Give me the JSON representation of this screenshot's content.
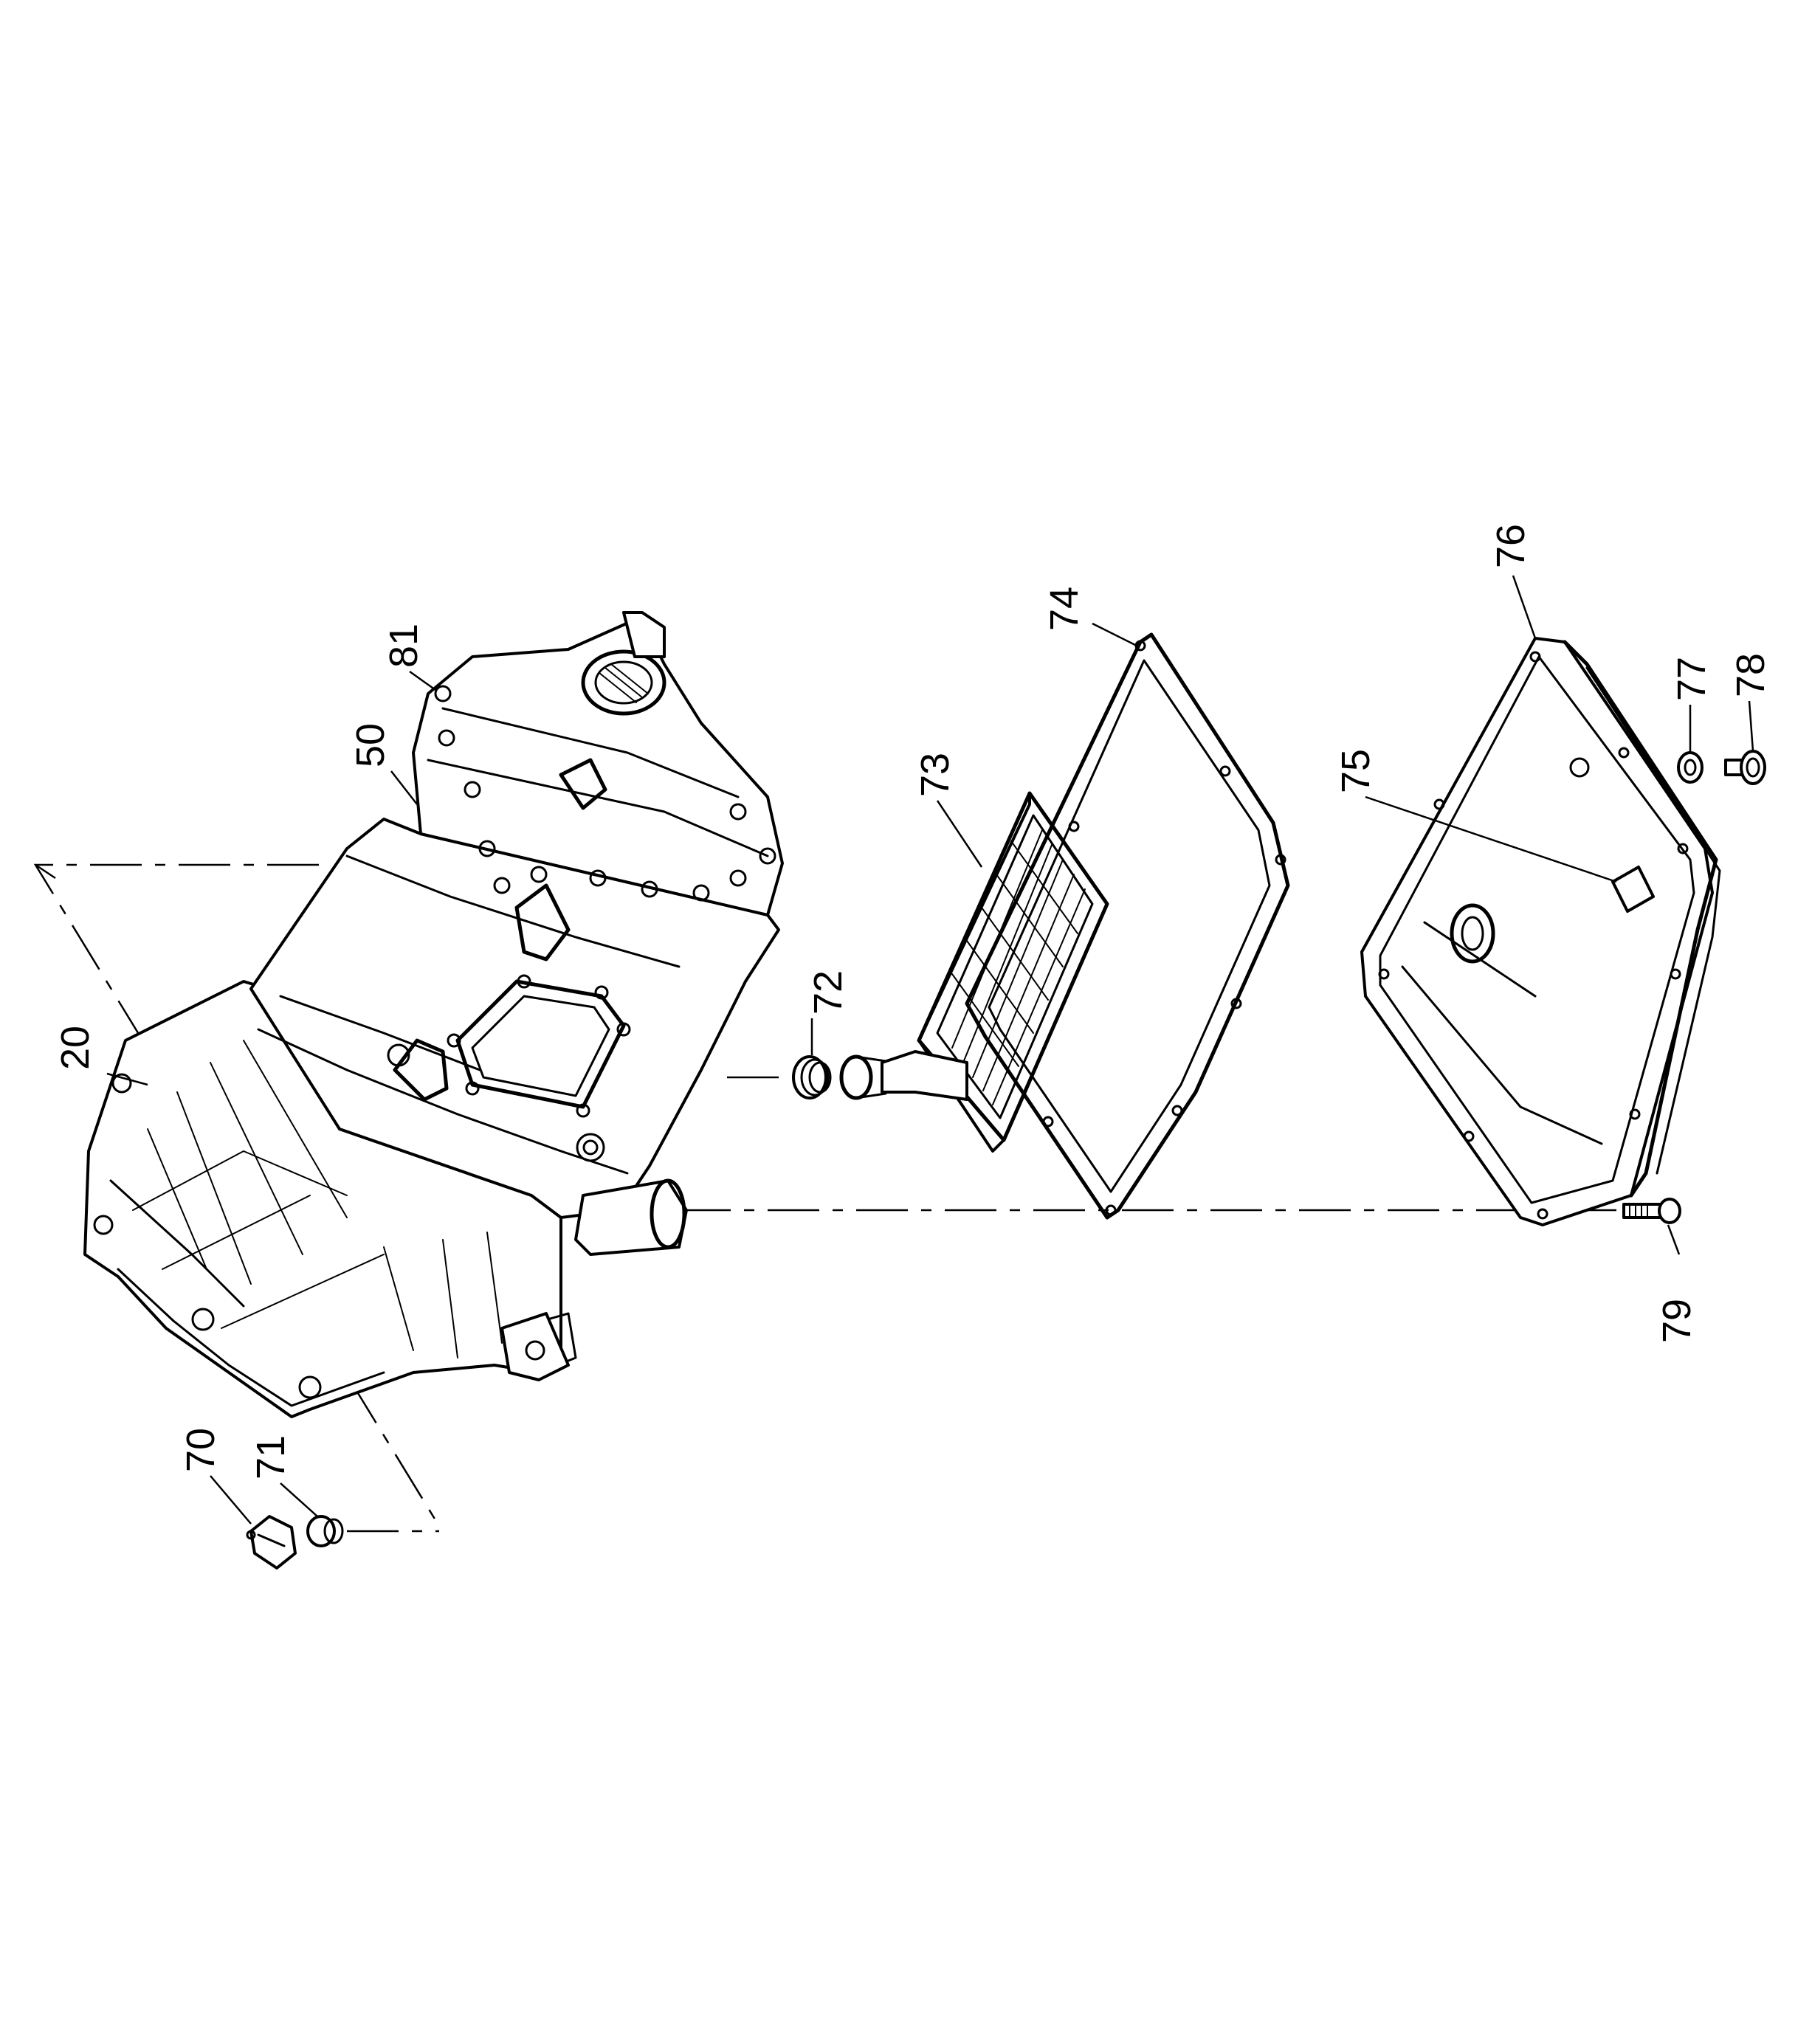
{
  "diagram": {
    "callouts": [
      {
        "id": "20",
        "label": "20"
      },
      {
        "id": "50",
        "label": "50"
      },
      {
        "id": "70",
        "label": "70"
      },
      {
        "id": "71",
        "label": "71"
      },
      {
        "id": "72",
        "label": "72"
      },
      {
        "id": "73",
        "label": "73"
      },
      {
        "id": "74",
        "label": "74"
      },
      {
        "id": "75",
        "label": "75"
      },
      {
        "id": "76",
        "label": "76"
      },
      {
        "id": "77",
        "label": "77"
      },
      {
        "id": "78",
        "label": "78"
      },
      {
        "id": "79",
        "label": "79"
      },
      {
        "id": "81",
        "label": "81"
      }
    ]
  }
}
